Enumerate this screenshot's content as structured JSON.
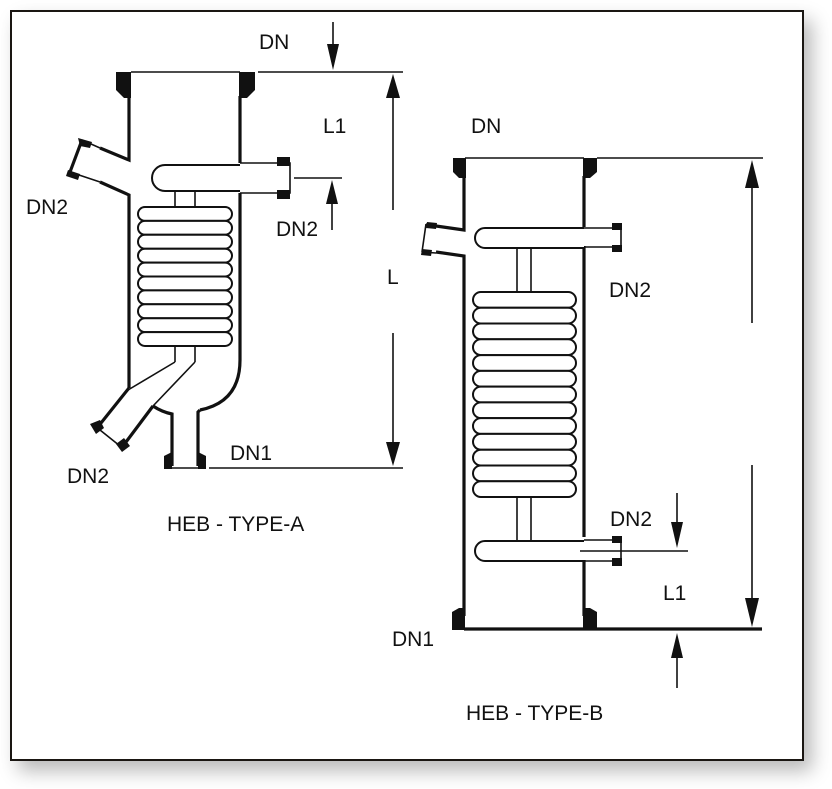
{
  "diagram": {
    "colors": {
      "ink": "#111111",
      "background": "#ffffff",
      "frame": "#1a1612"
    },
    "type_a": {
      "title": "HEB - TYPE-A",
      "coil_count": 10,
      "labels": {
        "dn": "DN",
        "l1": "L1",
        "l": "L",
        "dn2_upper_left": "DN2",
        "dn2_right": "DN2",
        "dn2_lower_left": "DN2",
        "dn1": "DN1"
      }
    },
    "type_b": {
      "title": "HEB - TYPE-B",
      "coil_count": 13,
      "labels": {
        "dn": "DN",
        "dn2_upper": "DN2",
        "dn2_lower": "DN2",
        "l1": "L1",
        "dn1": "DN1"
      }
    }
  }
}
